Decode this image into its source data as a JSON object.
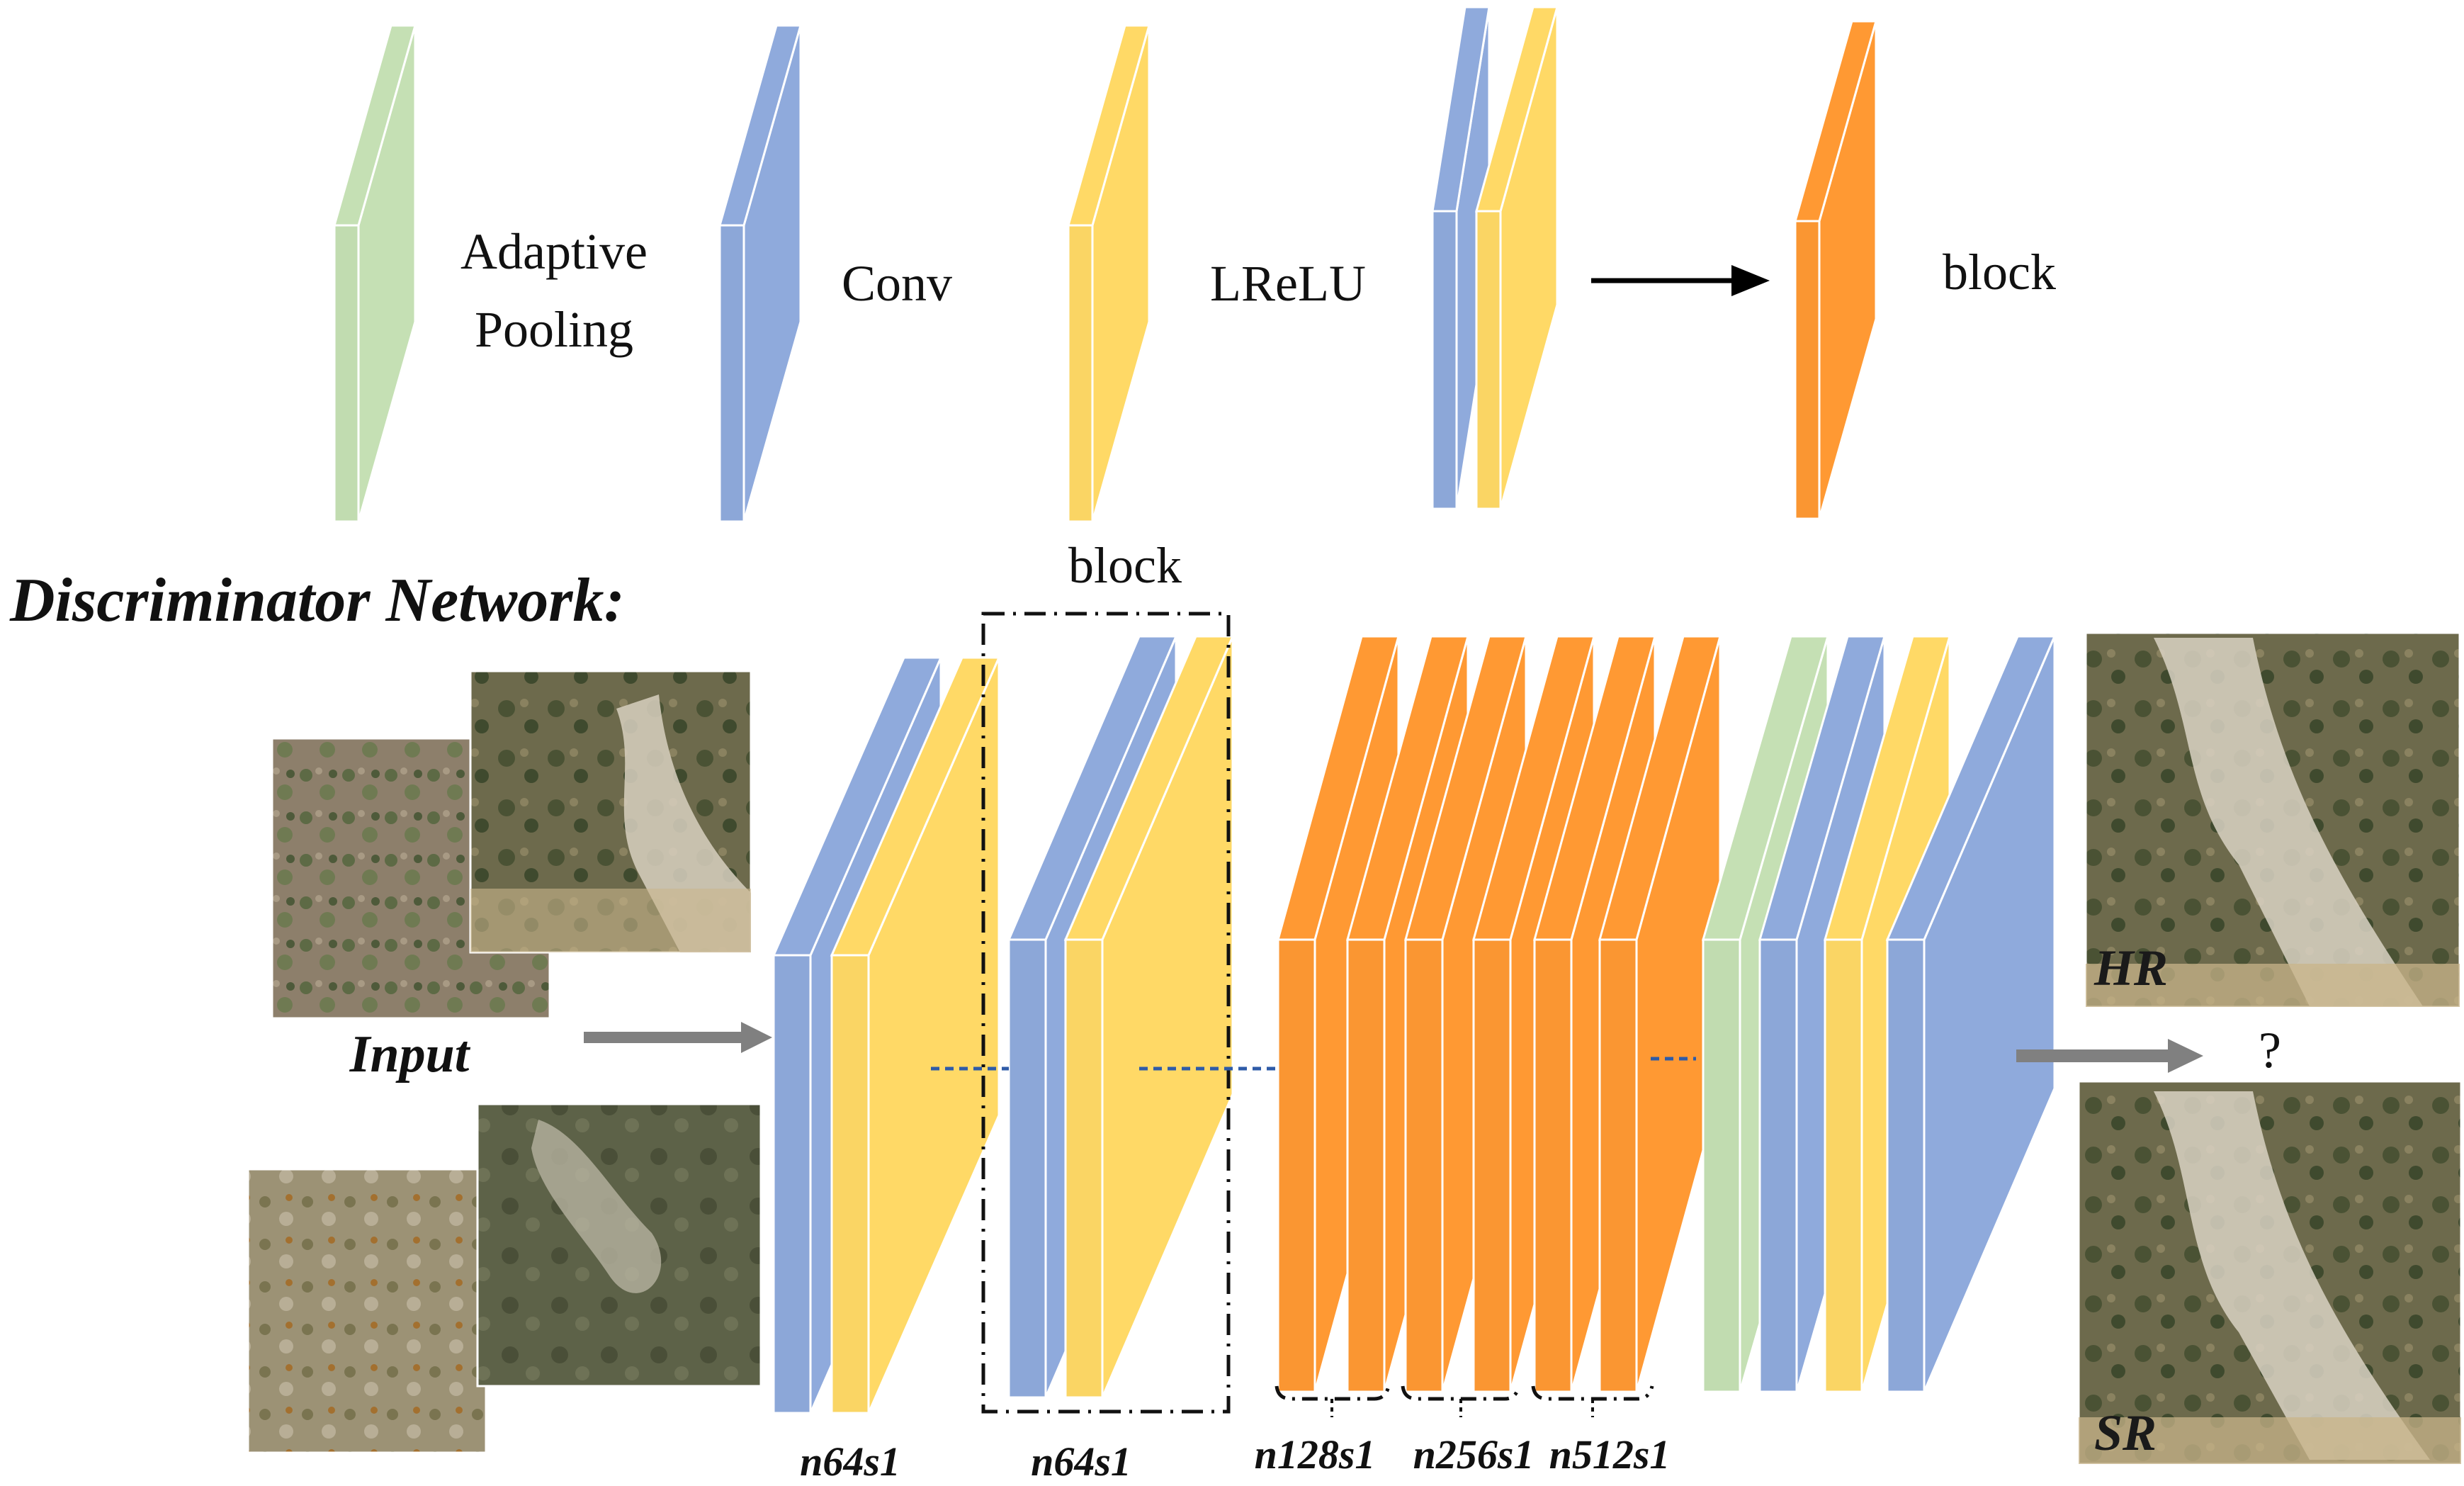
{
  "legend": {
    "adaptive_pooling_line1": "Adaptive",
    "adaptive_pooling_line2": "Pooling",
    "conv": "Conv",
    "lrelu": "LReLU",
    "block": "block"
  },
  "diagram": {
    "title": "Discriminator Network:",
    "input_label": "Input",
    "block_label": "block",
    "question": "?",
    "hr_label": "HR",
    "sr_label": "SR",
    "layer_tags": [
      "n64s1",
      "n64s1",
      "n128s1",
      "n256s1",
      "n512s1"
    ]
  },
  "colors": {
    "adaptive_pooling": "#c5e0b4",
    "conv": "#8faadc",
    "lrelu": "#ffd966",
    "block": "#ff9933",
    "arrow_gray": "#808080",
    "dotted_blue": "#2e5ba8"
  },
  "icons": [
    "arrow-right-icon"
  ]
}
